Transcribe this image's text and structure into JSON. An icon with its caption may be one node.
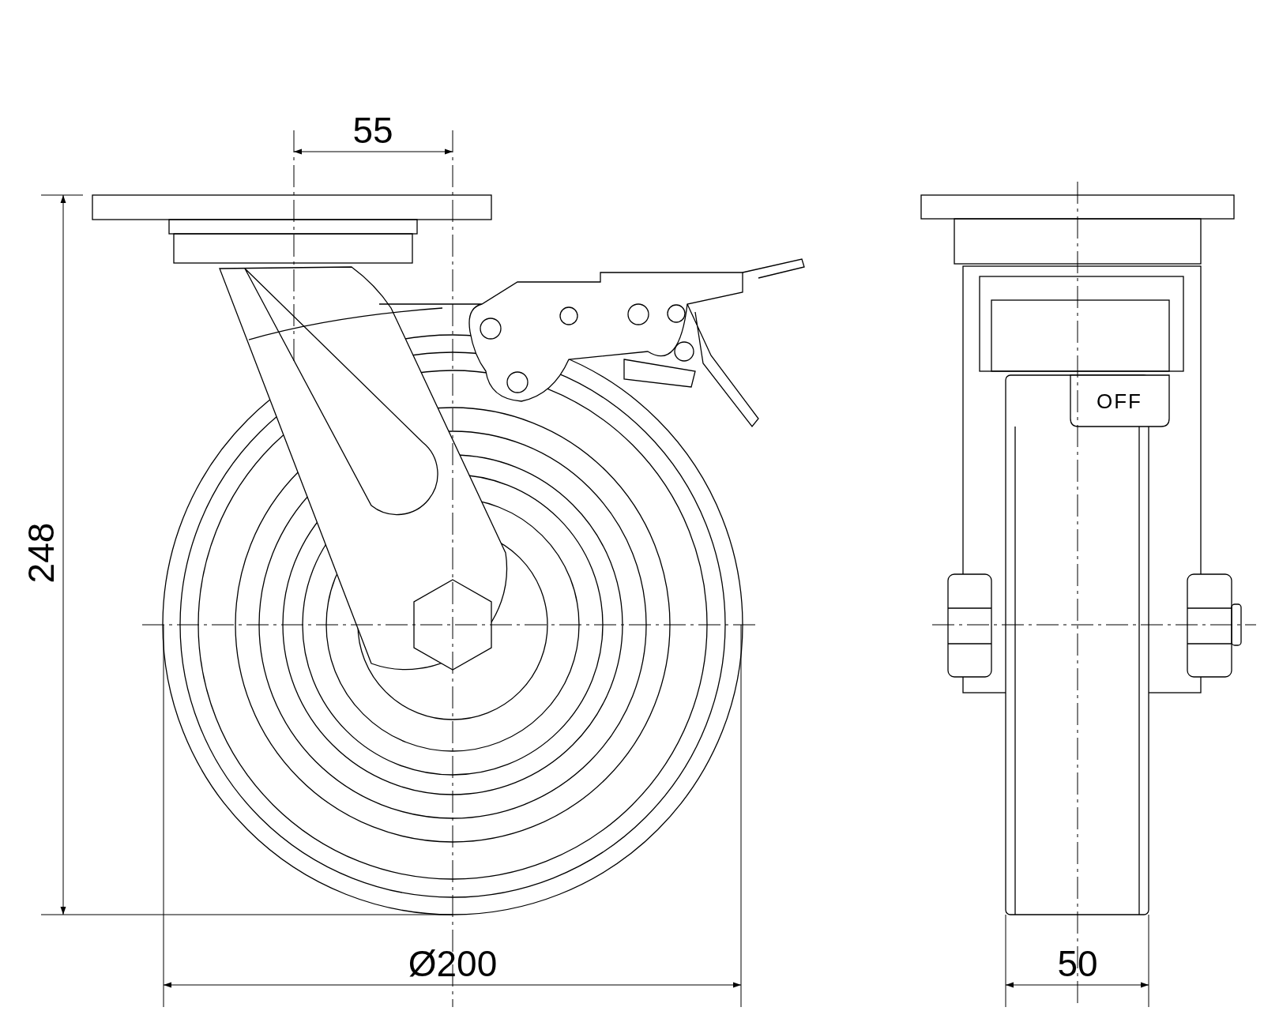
{
  "diagram": {
    "labels": [
      "55",
      "248",
      "Ø200",
      "OFF",
      "50"
    ]
  }
}
